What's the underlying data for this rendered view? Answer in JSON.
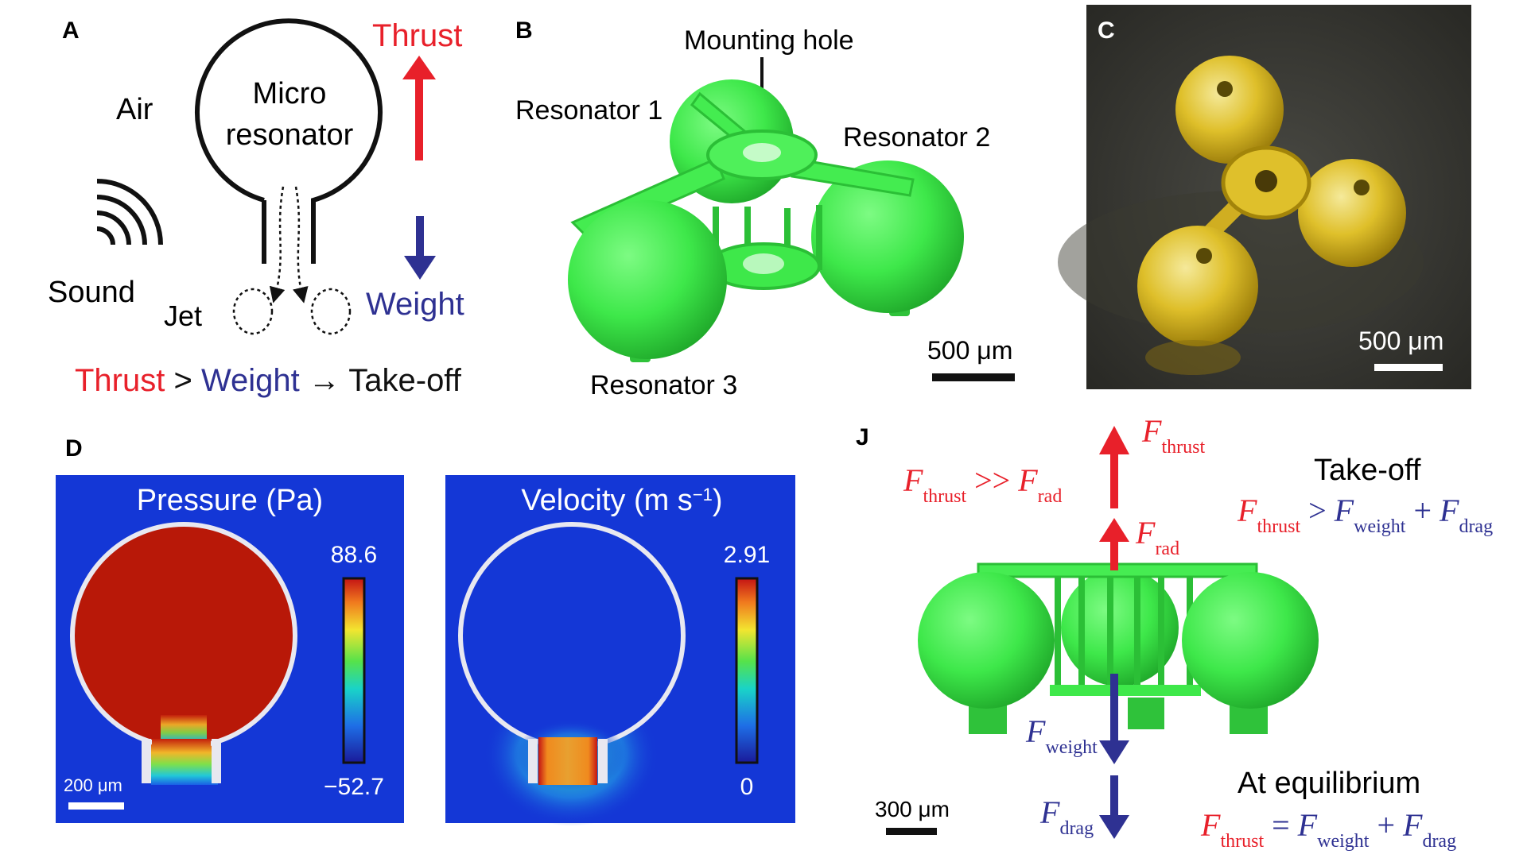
{
  "panel_a": {
    "letter": "A",
    "thrust": "Thrust",
    "air": "Air",
    "micro": "Micro",
    "resonator": "resonator",
    "sound": "Sound",
    "jet": "Jet",
    "weight": "Weight",
    "eq_thrust": "Thrust",
    "eq_gt": " > ",
    "eq_weight": "Weight",
    "eq_arrow": " → ",
    "eq_takeoff": "Take-off"
  },
  "panel_b": {
    "letter": "B",
    "mounting_hole": "Mounting hole",
    "resonator_1": "Resonator 1",
    "resonator_2": "Resonator 2",
    "resonator_3": "Resonator 3",
    "scale": "500 μm"
  },
  "panel_c": {
    "letter": "C",
    "scale": "500 μm"
  },
  "panel_d": {
    "letter": "D",
    "pressure_title": "Pressure (Pa)",
    "pressure_max": "88.6",
    "pressure_min": "−52.7",
    "velocity_title": "Velocity (m s",
    "velocity_sup": "−1",
    "velocity_close": ")",
    "velocity_max": "2.91",
    "velocity_min": "0",
    "scale": "200 μm"
  },
  "panel_j": {
    "letter": "J",
    "F": "F",
    "sub_thrust": "thrust",
    "sub_rad": "rad",
    "sub_weight": "weight",
    "sub_drag": "drag",
    "gtgt": " >> ",
    "gt": " > ",
    "plus": " + ",
    "eq": " = ",
    "takeoff": "Take-off",
    "equilibrium": "At equilibrium",
    "scale": "300 μm"
  },
  "colors": {
    "red": "#e8202a",
    "blue": "#2e3192",
    "green": "#3ee84a",
    "field_blue": "#1437d6"
  }
}
